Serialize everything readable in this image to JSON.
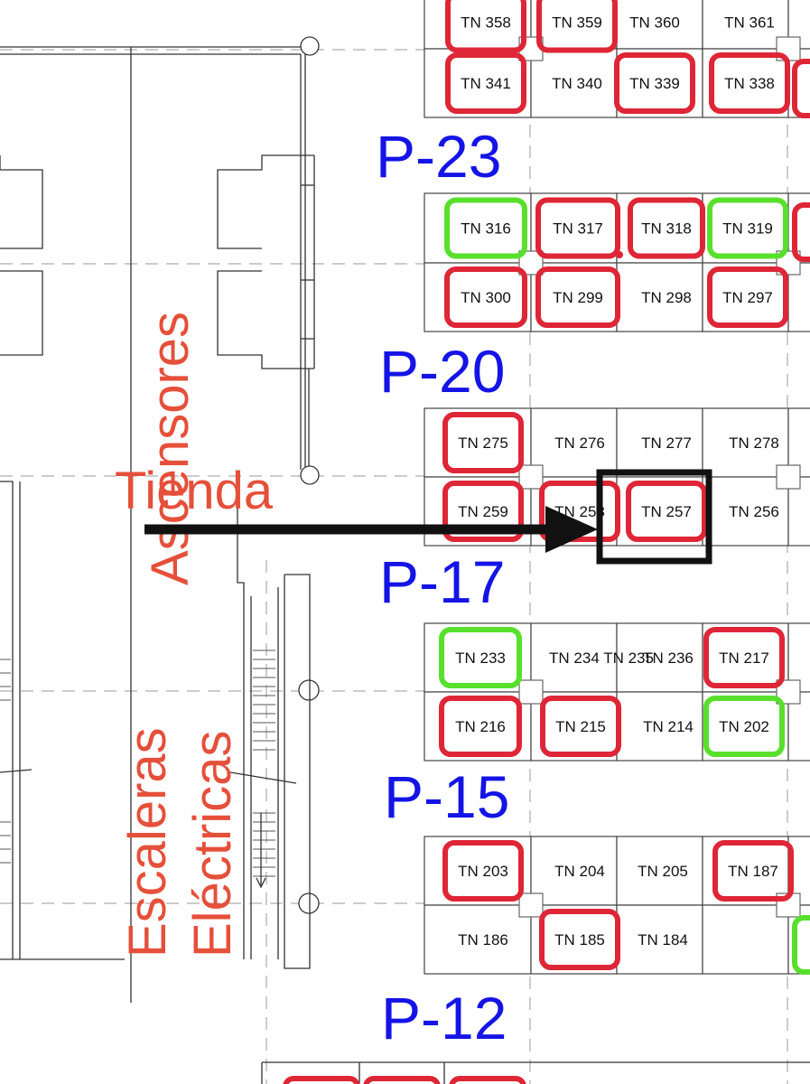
{
  "colors": {
    "available": "#58e02c",
    "taken": "#de2636",
    "aisle_label": "#1414e6",
    "area_label": "#e5503a",
    "highlight": "#111111"
  },
  "area_labels": {
    "ascensores": "Ascensores",
    "tienda": "Tienda",
    "escaleras": "Escaleras",
    "electricas": "Eléctricas"
  },
  "aisles": [
    {
      "label": "P-23"
    },
    {
      "label": "P-20"
    },
    {
      "label": "P-17"
    },
    {
      "label": "P-15"
    },
    {
      "label": "P-12"
    }
  ],
  "stores": [
    {
      "label": "TN 358",
      "status": "taken"
    },
    {
      "label": "TN 359",
      "status": "taken"
    },
    {
      "label": "TN 360",
      "status": "none"
    },
    {
      "label": "TN 361",
      "status": "none"
    },
    {
      "label": "TN 341",
      "status": "taken"
    },
    {
      "label": "TN 340",
      "status": "none"
    },
    {
      "label": "TN 339",
      "status": "taken"
    },
    {
      "label": "TN 338",
      "status": "taken"
    },
    {
      "label": "TN 316",
      "status": "available"
    },
    {
      "label": "TN 317",
      "status": "taken"
    },
    {
      "label": "TN 318",
      "status": "taken"
    },
    {
      "label": "TN 319",
      "status": "available"
    },
    {
      "label": "TN 300",
      "status": "taken"
    },
    {
      "label": "TN 299",
      "status": "taken"
    },
    {
      "label": "TN 298",
      "status": "none"
    },
    {
      "label": "TN 297",
      "status": "taken"
    },
    {
      "label": "TN 275",
      "status": "taken"
    },
    {
      "label": "TN   276",
      "status": "none"
    },
    {
      "label": "TN 277",
      "status": "none"
    },
    {
      "label": "TN 278",
      "status": "none"
    },
    {
      "label": "TN 259",
      "status": "taken"
    },
    {
      "label": "TN 258",
      "status": "taken"
    },
    {
      "label": "TN 257",
      "status": "taken",
      "highlighted": true
    },
    {
      "label": "TN 256",
      "status": "none"
    },
    {
      "label": "TN 233",
      "status": "available"
    },
    {
      "label": "TN 234 TN 235",
      "status": "none"
    },
    {
      "label": "TN 236",
      "status": "none"
    },
    {
      "label": "TN 217",
      "status": "taken"
    },
    {
      "label": "TN 216",
      "status": "taken"
    },
    {
      "label": "TN 215",
      "status": "taken"
    },
    {
      "label": "TN 214",
      "status": "none"
    },
    {
      "label": "TN 202",
      "status": "available"
    },
    {
      "label": "TN 203",
      "status": "taken"
    },
    {
      "label": "TN 204",
      "status": "none"
    },
    {
      "label": "TN 205",
      "status": "none"
    },
    {
      "label": "TN 187",
      "status": "taken"
    },
    {
      "label": "TN 186",
      "status": "none"
    },
    {
      "label": "TN 185",
      "status": "taken"
    },
    {
      "label": "TN 184",
      "status": "none"
    }
  ]
}
